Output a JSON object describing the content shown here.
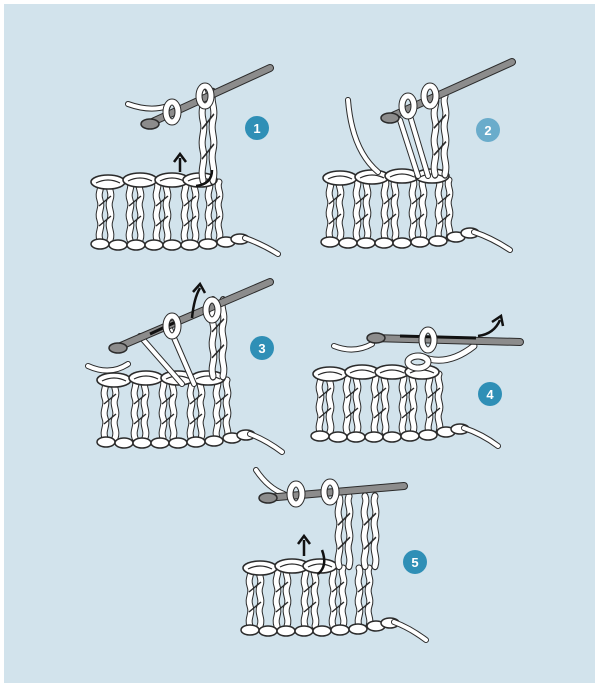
{
  "steps": [
    {
      "number": "1",
      "badge_color": "#2f8fb6"
    },
    {
      "number": "2",
      "badge_color": "#6aaccb"
    },
    {
      "number": "3",
      "badge_color": "#2f8fb6"
    },
    {
      "number": "4",
      "badge_color": "#2f8fb6"
    },
    {
      "number": "5",
      "badge_color": "#2f8fb6"
    }
  ],
  "colors": {
    "background": "#d2e3ec",
    "yarn_fill": "#ffffff",
    "yarn_outline": "#2b2b2b",
    "hook": "#8c8c8c",
    "arrow": "#111111"
  },
  "icons": [
    "crochet-hook-icon",
    "direction-arrow-icon"
  ]
}
